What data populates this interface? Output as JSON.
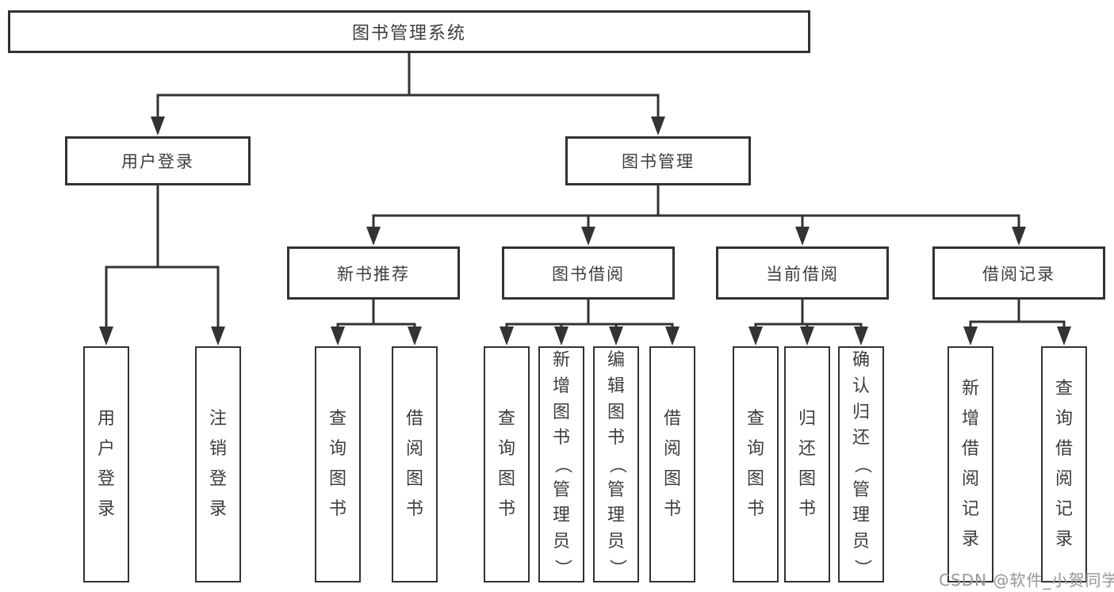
{
  "tree": {
    "root": {
      "label": "图书管理系统"
    },
    "branches": [
      {
        "label": "用户登录",
        "leaves": [
          "用户登录",
          "注销登录"
        ]
      },
      {
        "label": "图书管理",
        "groups": [
          {
            "label": "新书推荐",
            "leaves": [
              "查询图书",
              "借阅图书"
            ]
          },
          {
            "label": "图书借阅",
            "leaves": [
              "查询图书",
              "新增图书（管理员）",
              "编辑图书（管理员）",
              "借阅图书"
            ]
          },
          {
            "label": "当前借阅",
            "leaves": [
              "查询图书",
              "归还图书",
              "确认归还（管理员）"
            ]
          },
          {
            "label": "借阅记录",
            "leaves": [
              "新增借阅记录",
              "查询借阅记录"
            ]
          }
        ]
      }
    ]
  },
  "watermark": {
    "text": "CSDN @软件_小贺同学"
  },
  "colors": {
    "line": "#333333",
    "box_border": "#323232",
    "text": "#3d3d3d",
    "background": "#ffffff",
    "watermark": "#9c9c9c"
  }
}
